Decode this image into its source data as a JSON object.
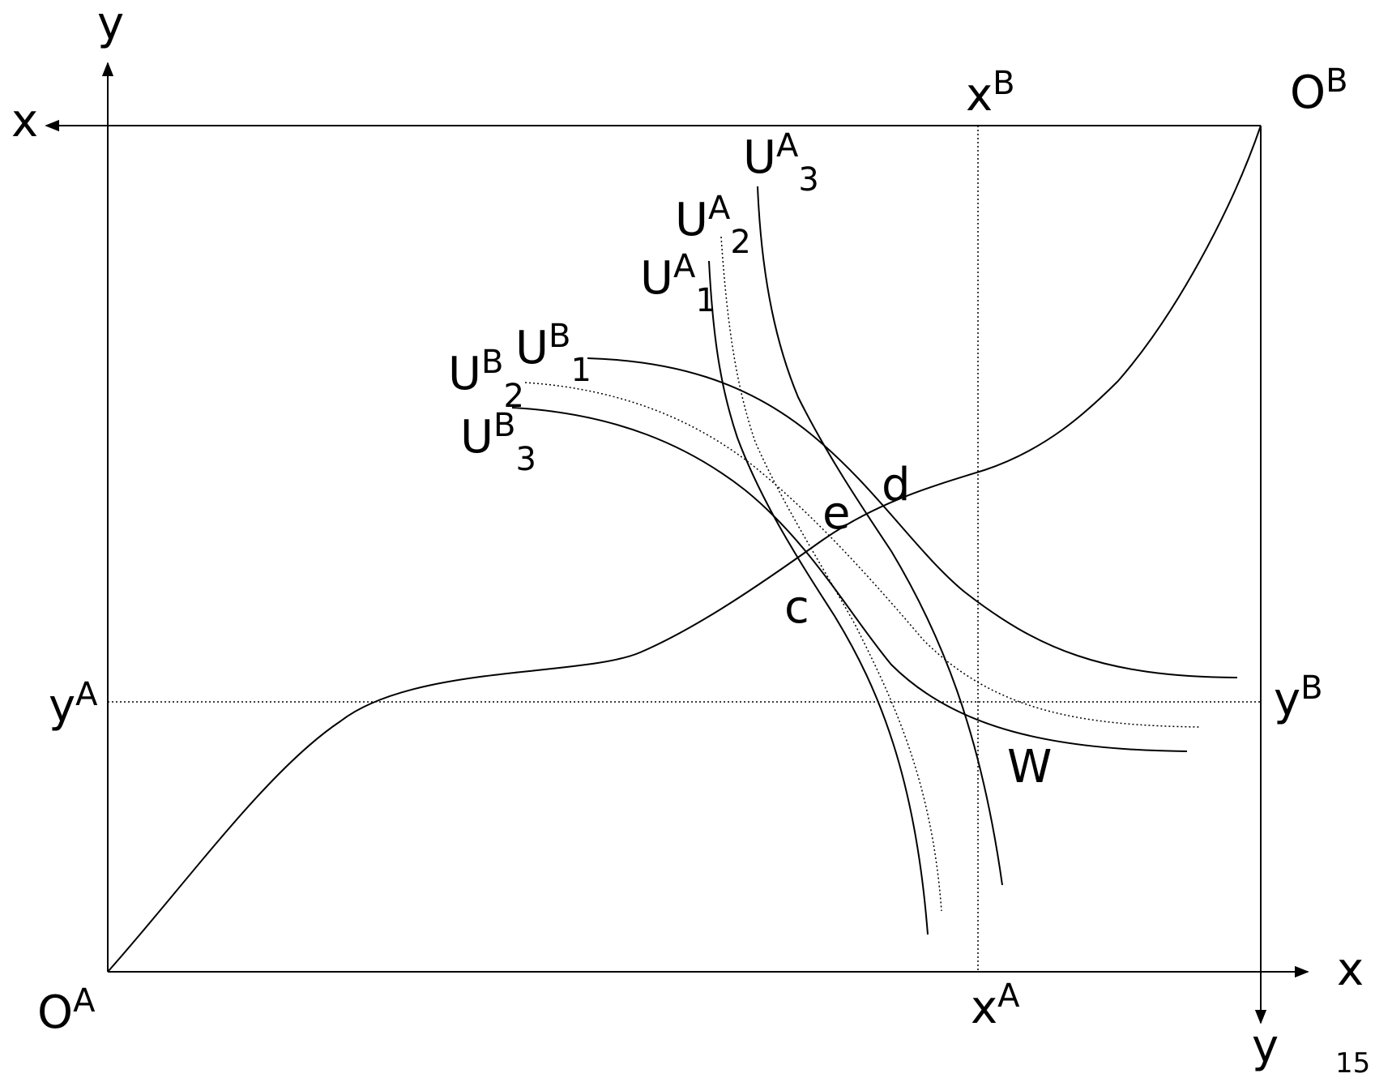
{
  "axes": {
    "a_x": "x",
    "a_y": "y",
    "b_x": "x",
    "b_y": "y",
    "origin_a": {
      "base": "O",
      "sup": "A"
    },
    "origin_b": {
      "base": "O",
      "sup": "B"
    }
  },
  "endowment": {
    "xA": {
      "base": "x",
      "sup": "A"
    },
    "xB": {
      "base": "x",
      "sup": "B"
    },
    "yA": {
      "base": "y",
      "sup": "A"
    },
    "yB": {
      "base": "y",
      "sup": "B"
    }
  },
  "curves": {
    "ua1": {
      "base": "U",
      "sup": "A",
      "sub": "1"
    },
    "ua2": {
      "base": "U",
      "sup": "A",
      "sub": "2"
    },
    "ua3": {
      "base": "U",
      "sup": "A",
      "sub": "3"
    },
    "ub1": {
      "base": "U",
      "sup": "B",
      "sub": "1"
    },
    "ub2": {
      "base": "U",
      "sup": "B",
      "sub": "2"
    },
    "ub3": {
      "base": "U",
      "sup": "B",
      "sub": "3"
    }
  },
  "points": {
    "c": "c",
    "d": "d",
    "e": "e",
    "w": "W"
  },
  "page_number": "15"
}
